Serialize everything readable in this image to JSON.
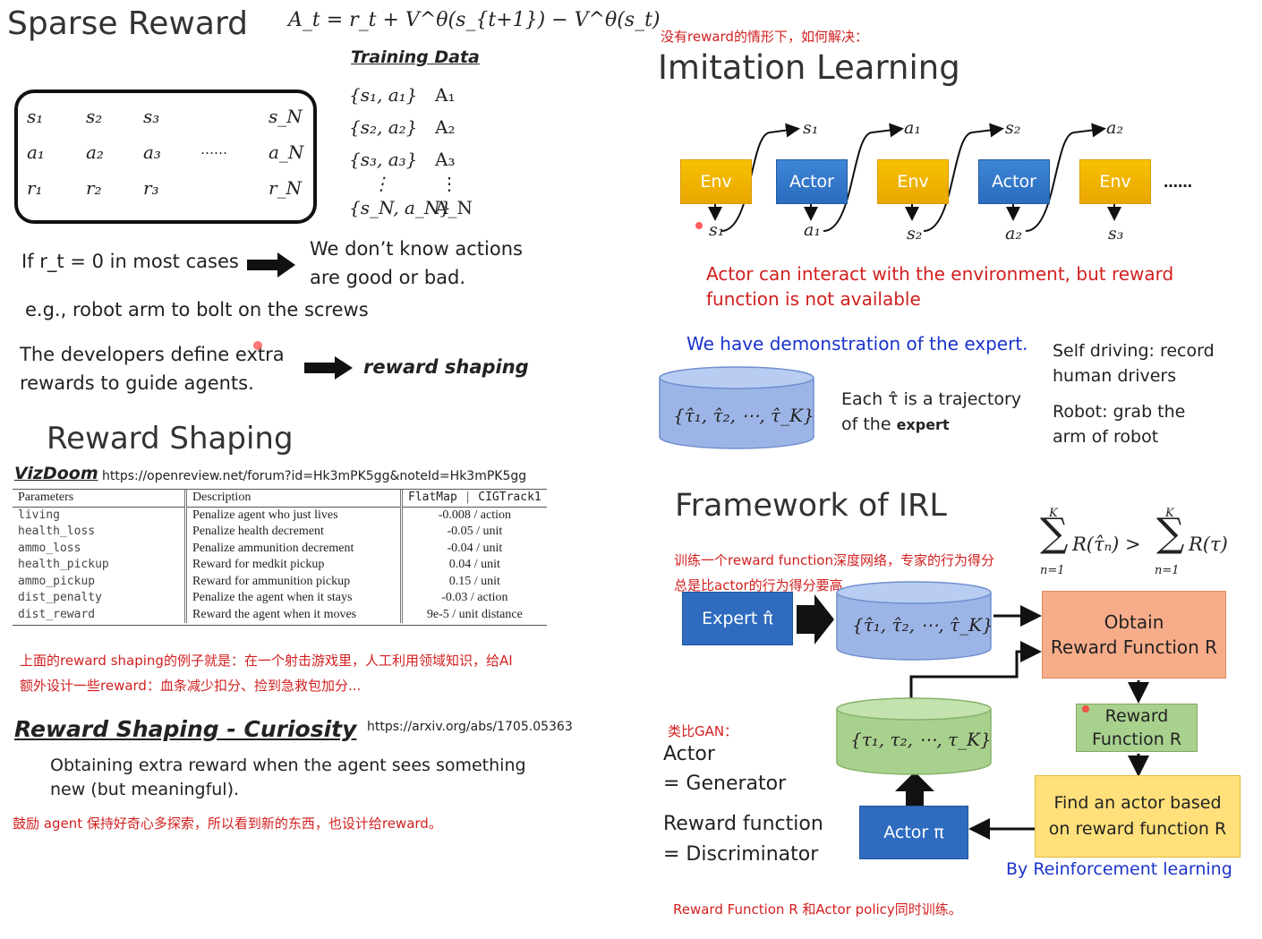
{
  "sparse_reward": {
    "title": "Sparse Reward",
    "formula": "A_t = r_t + V^θ(s_{t+1}) − V^θ(s_t)",
    "training_data_title": "Training Data",
    "training_rows": [
      {
        "pair": "{s₁, a₁}",
        "adv": "A₁"
      },
      {
        "pair": "{s₂, a₂}",
        "adv": "A₂"
      },
      {
        "pair": "{s₃, a₃}",
        "adv": "A₃"
      },
      {
        "pair": "⋮",
        "adv": "⋮"
      },
      {
        "pair": "{s_N, a_N}",
        "adv": "A_N"
      }
    ],
    "matrix": {
      "row_s": [
        "s₁",
        "s₂",
        "s₃",
        "",
        "s_N"
      ],
      "row_a": [
        "a₁",
        "a₂",
        "a₃",
        "……",
        "a_N"
      ],
      "row_r": [
        "r₁",
        "r₂",
        "r₃",
        "",
        "r_N"
      ]
    },
    "if_text": "If r_t = 0 in most cases",
    "result_line1": "We don’t know actions",
    "result_line2": "are good or bad.",
    "example": "e.g., robot arm to bolt on the screws",
    "dev_line1": "The developers define extra",
    "dev_line2": "rewards to guide agents.",
    "reward_shaping_label": "reward shaping"
  },
  "reward_shaping": {
    "title": "Reward Shaping",
    "vizdoom": "VizDoom",
    "url": "https://openreview.net/forum?id=Hk3mPK5gg&noteId=Hk3mPK5gg",
    "headers": [
      "Parameters",
      "Description",
      "FlatMap",
      "CIGTrack1"
    ],
    "rows": [
      {
        "param": "living",
        "desc": "Penalize agent who just lives",
        "val": "-0.008 / action"
      },
      {
        "param": "health_loss",
        "desc": "Penalize health decrement",
        "val": "-0.05 / unit"
      },
      {
        "param": "ammo_loss",
        "desc": "Penalize ammunition decrement",
        "val": "-0.04 / unit"
      },
      {
        "param": "health_pickup",
        "desc": "Reward for medkit pickup",
        "val": "0.04 / unit"
      },
      {
        "param": "ammo_pickup",
        "desc": "Reward for ammunition pickup",
        "val": "0.15 / unit"
      },
      {
        "param": "dist_penalty",
        "desc": "Penalize the agent when it stays",
        "val": "-0.03 / action"
      },
      {
        "param": "dist_reward",
        "desc": "Reward the agent when it moves",
        "val": "9e-5 / unit distance"
      }
    ],
    "note_line1": "上面的reward shaping的例子就是：在一个射击游戏里，人工利用领域知识，给AI",
    "note_line2": "额外设计一些reward：血条减少扣分、捡到急救包加分..."
  },
  "curiosity": {
    "title": "Reward Shaping - Curiosity",
    "url": "https://arxiv.org/abs/1705.05363",
    "line1": "Obtaining extra reward when the agent sees something",
    "line2": "new (but meaningful).",
    "note": "鼓励 agent 保持好奇心多探索，所以看到新的东西，也设计给reward。"
  },
  "imitation": {
    "note": "没有reward的情形下，如何解决：",
    "title": "Imitation Learning",
    "boxes": [
      "Env",
      "Actor",
      "Env",
      "Actor",
      "Env"
    ],
    "top_labels": [
      "s₁",
      "a₁",
      "s₂",
      "a₂"
    ],
    "bottom_labels": [
      "s₁",
      "a₁",
      "s₂",
      "a₂",
      "s₃"
    ],
    "ellipsis": "……",
    "warning_line1": "Actor can interact with the environment, but reward",
    "warning_line2": "function is not available",
    "demo": "We have demonstration of the expert.",
    "cylinder_label": "{τ̂₁, τ̂₂, ⋯, τ̂_K}",
    "each_line1": "Each τ̂ is a trajectory",
    "each_line2a": "of the ",
    "each_line2b": "expert",
    "sd_line1": "Self driving: record",
    "sd_line2": "human drivers",
    "robot_line1": "Robot: grab the",
    "robot_line2": "arm of robot"
  },
  "irl": {
    "title": "Framework of IRL",
    "note_line1": "训练一个reward function深度网络，专家的行为得分",
    "note_line2": "总是比actor的行为得分要高",
    "expert_box": "Expert π̂",
    "expert_cyl": "{τ̂₁, τ̂₂, ⋯, τ̂_K}",
    "actor_cyl": "{τ₁, τ₂, ⋯, τ_K}",
    "obtain_line1": "Obtain",
    "obtain_line2": "Reward Function R",
    "rf_line1": "Reward",
    "rf_line2": "Function R",
    "find_line1": "Find an actor based",
    "find_line2": "on reward function R",
    "actor_box": "Actor π",
    "by_rl": "By Reinforcement learning",
    "gan_note": "类比GAN：",
    "gan_actor1": "Actor",
    "gan_actor2": "= Generator",
    "gan_rf1": "Reward function",
    "gan_rf2": "= Discriminator",
    "bottom_note": "Reward Function R 和Actor policy同时训练。",
    "ineq_left": "R(τ̂ₙ) >",
    "ineq_right": "R(τ)",
    "sum_top": "K",
    "sum_bottom": "n=1"
  }
}
